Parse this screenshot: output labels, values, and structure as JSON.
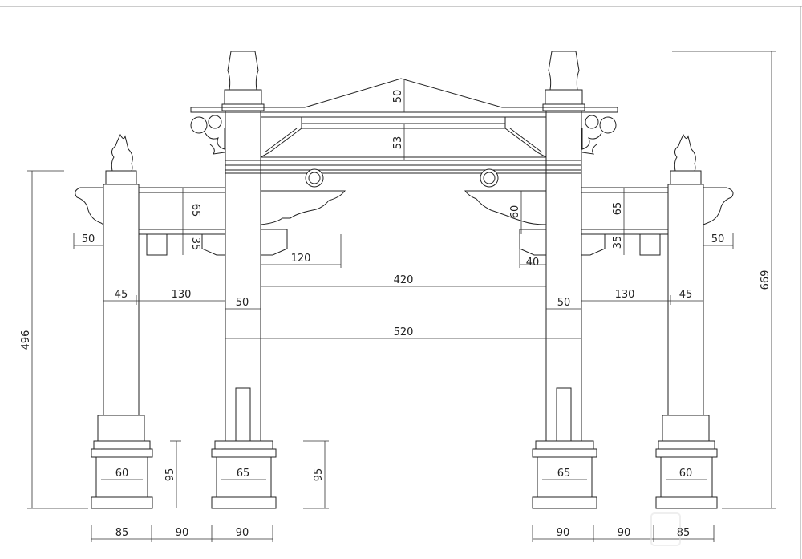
{
  "drawing": {
    "dimensions": {
      "pediment_rise": "50",
      "lintel_band_height": "53",
      "right_beam_height": "60",
      "left_side_beam": "65",
      "right_side_beam": "65",
      "left_bracket": "35",
      "right_bracket": "35",
      "left_overhang": "50",
      "right_overhang": "50",
      "left_bracket_span": "120",
      "right_bracket_offset": "40",
      "inner_clear_span": "420",
      "center_span": "520",
      "left_side_clear": "130",
      "right_side_clear": "130",
      "left_side_post": "45",
      "right_side_post": "45",
      "left_main_post": "50",
      "right_main_post": "50",
      "left_side_height": "496",
      "total_height": "669",
      "left_base_height": "95",
      "center_base_height": "95",
      "left_side_plinth": "60",
      "right_side_plinth": "60",
      "left_main_plinth": "65",
      "right_main_plinth": "65",
      "bottom_left_side": "85",
      "bottom_left_gap": "90",
      "bottom_left_main": "90",
      "bottom_right_main": "90",
      "bottom_right_gap": "90",
      "bottom_right_side": "85"
    }
  }
}
